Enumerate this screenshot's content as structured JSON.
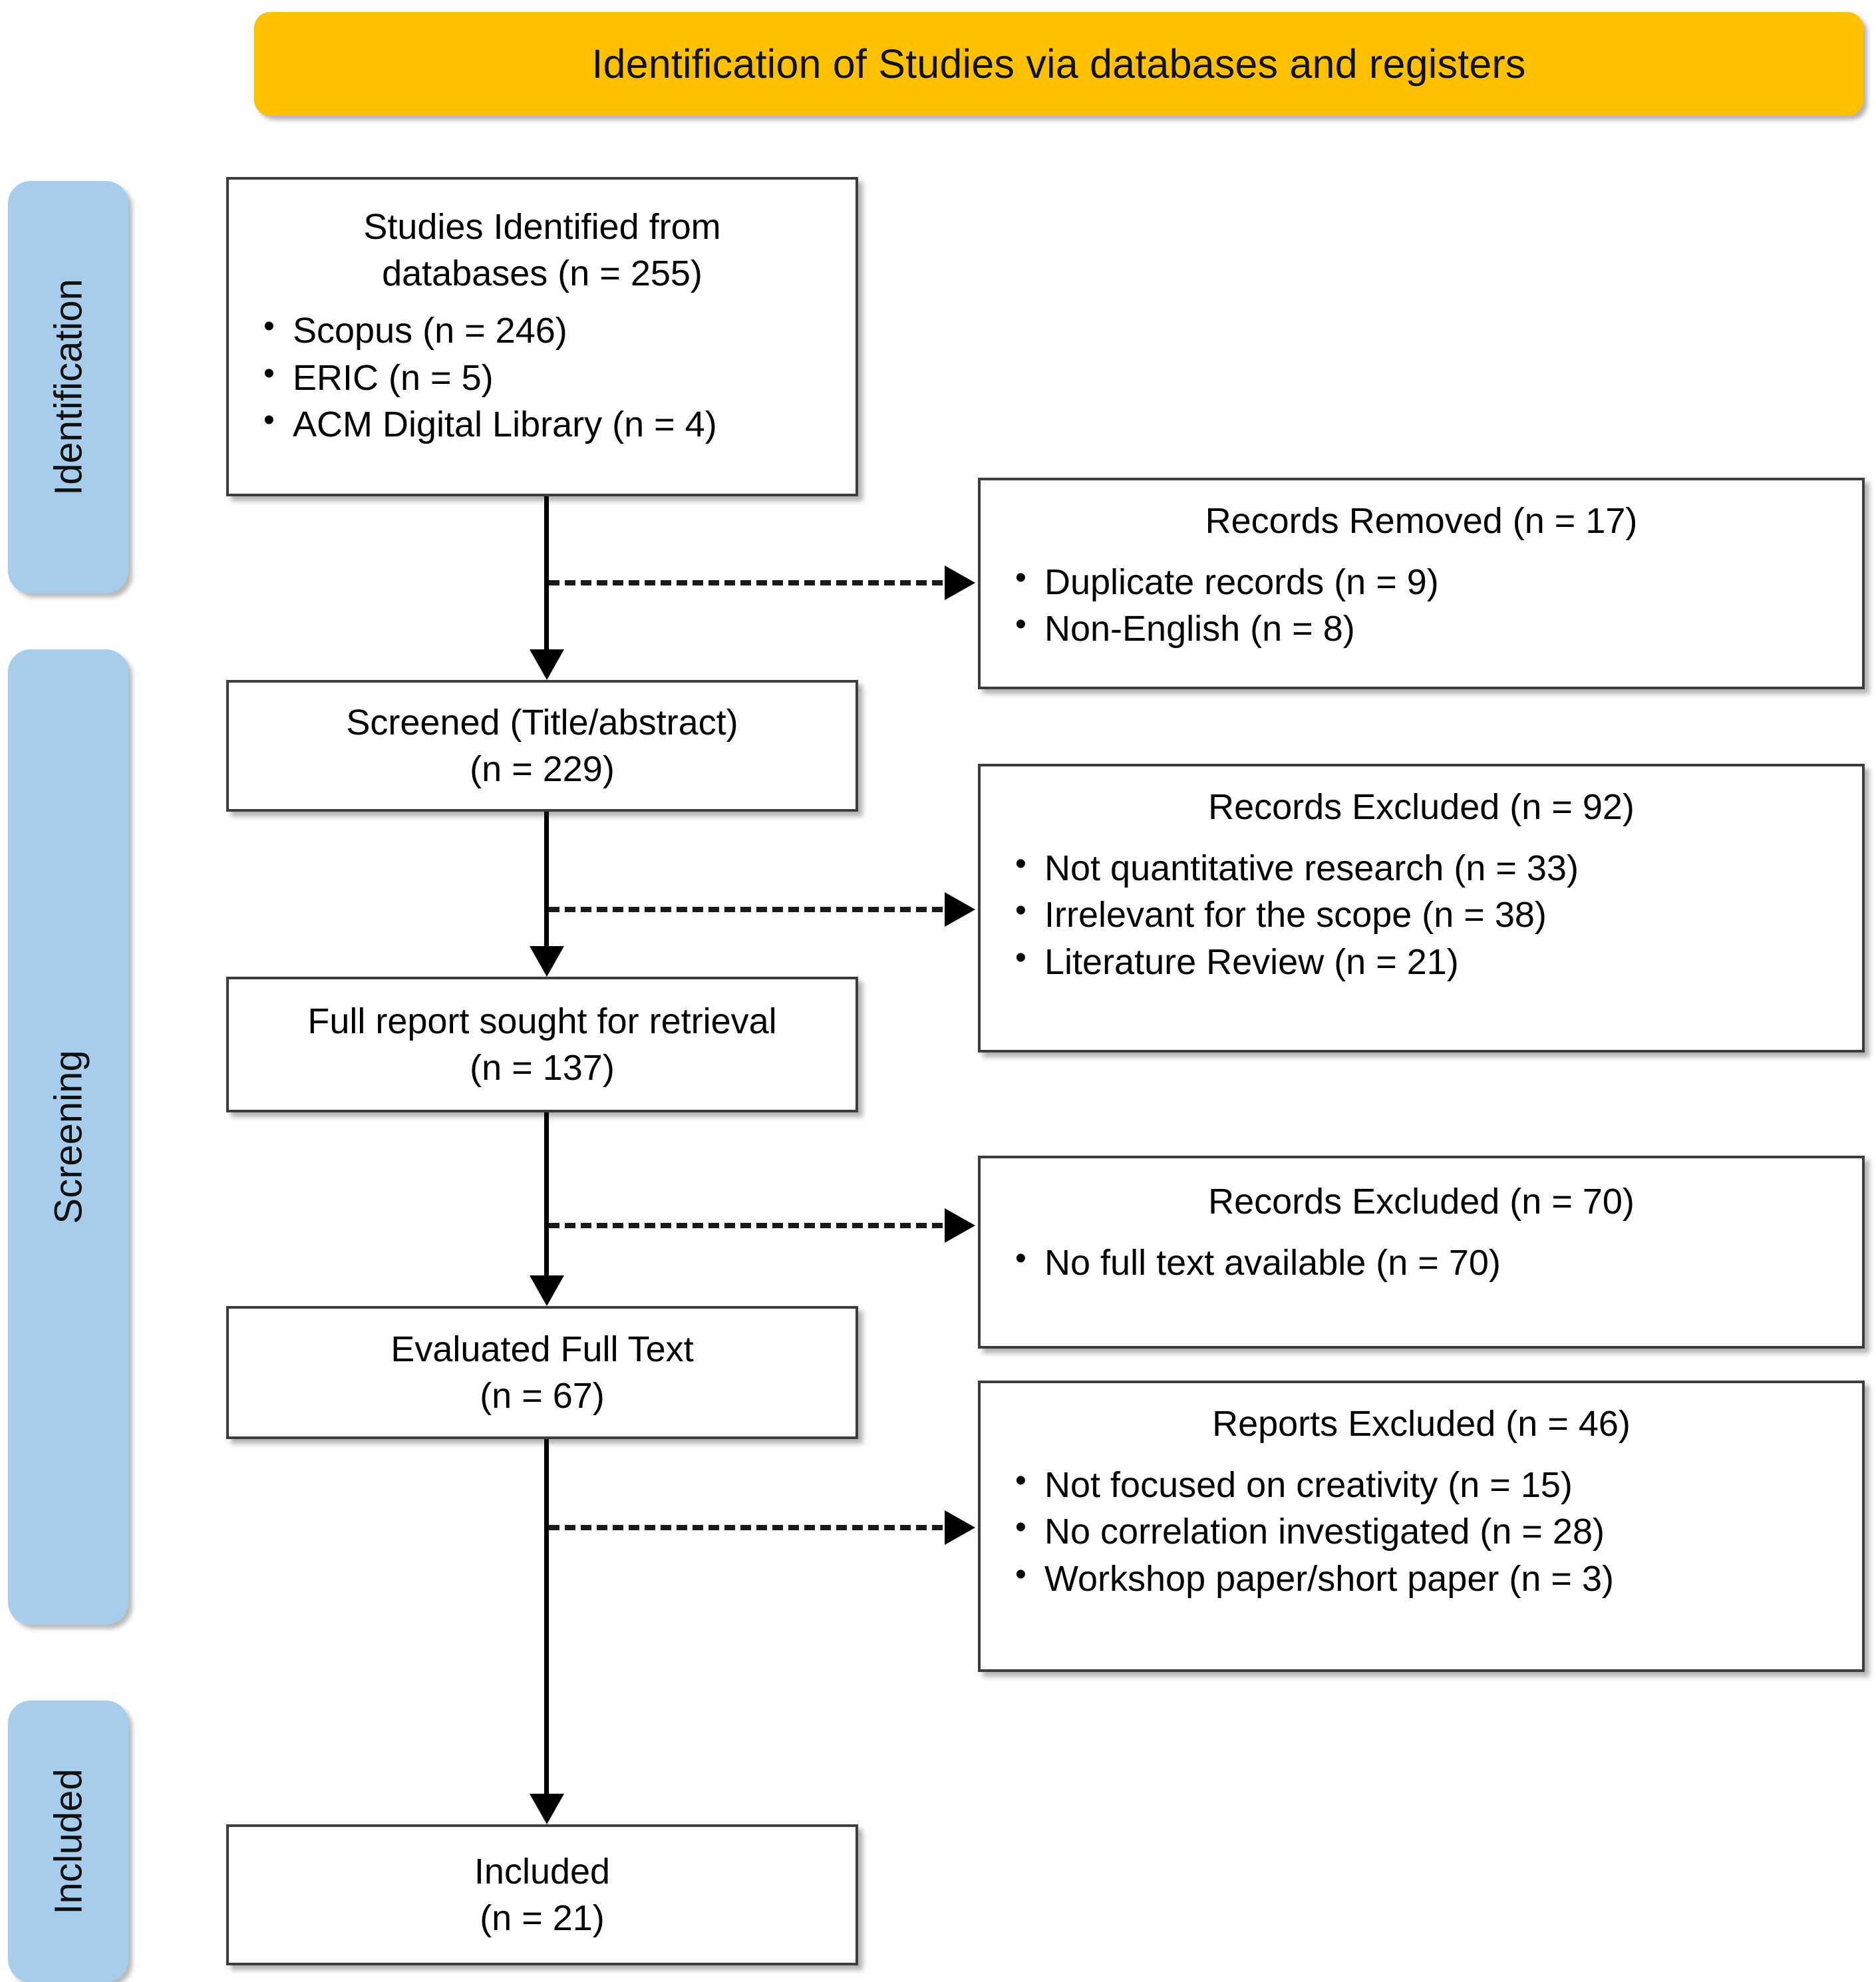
{
  "header": {
    "title": "Identification of Studies via databases and registers",
    "color": "#FFC000"
  },
  "stages": {
    "color": "#A8CDEC",
    "identification": "Identification",
    "screening": "Screening",
    "included": "Included"
  },
  "flow": {
    "identified": {
      "title": "Studies Identified from\ndatabases (n = 255)",
      "items": [
        "Scopus (n = 246)",
        "ERIC (n = 5)",
        "ACM Digital Library (n = 4)"
      ]
    },
    "removed": {
      "title": "Records Removed (n = 17)",
      "items": [
        "Duplicate records (n = 9)",
        "Non-English (n = 8)"
      ]
    },
    "screened": {
      "title": "Screened (Title/abstract)\n(n = 229)"
    },
    "excluded_92": {
      "title": "Records Excluded (n = 92)",
      "items": [
        "Not quantitative research (n = 33)",
        "Irrelevant for the scope (n = 38)",
        "Literature Review (n = 21)"
      ]
    },
    "full_report": {
      "title": "Full report sought for retrieval\n(n = 137)"
    },
    "excluded_70": {
      "title": "Records Excluded (n = 70)",
      "items": [
        "No full text available (n = 70)"
      ]
    },
    "evaluated": {
      "title": "Evaluated Full Text\n(n = 67)"
    },
    "excluded_46": {
      "title": "Reports Excluded (n = 46)",
      "items": [
        "Not focused on creativity (n = 15)",
        "No correlation investigated (n = 28)",
        "Workshop paper/short paper (n = 3)"
      ]
    },
    "included": {
      "title": "Included\n(n = 21)"
    }
  },
  "chart_data": {
    "type": "diagram",
    "title": "Identification of Studies via databases and registers",
    "diagram_kind": "PRISMA flow diagram",
    "nodes": [
      {
        "id": "identified",
        "stage": "Identification",
        "label": "Studies Identified from databases",
        "n": 255,
        "breakdown": [
          {
            "label": "Scopus",
            "n": 246
          },
          {
            "label": "ERIC",
            "n": 5
          },
          {
            "label": "ACM Digital Library",
            "n": 4
          }
        ]
      },
      {
        "id": "removed",
        "stage": "Identification",
        "label": "Records Removed",
        "n": 17,
        "breakdown": [
          {
            "label": "Duplicate records",
            "n": 9
          },
          {
            "label": "Non-English",
            "n": 8
          }
        ]
      },
      {
        "id": "screened",
        "stage": "Screening",
        "label": "Screened (Title/abstract)",
        "n": 229,
        "breakdown": []
      },
      {
        "id": "excluded_92",
        "stage": "Screening",
        "label": "Records Excluded",
        "n": 92,
        "breakdown": [
          {
            "label": "Not quantitative research",
            "n": 33
          },
          {
            "label": "Irrelevant for the scope",
            "n": 38
          },
          {
            "label": "Literature Review",
            "n": 21
          }
        ]
      },
      {
        "id": "full_report",
        "stage": "Screening",
        "label": "Full report sought for retrieval",
        "n": 137,
        "breakdown": []
      },
      {
        "id": "excluded_70",
        "stage": "Screening",
        "label": "Records Excluded",
        "n": 70,
        "breakdown": [
          {
            "label": "No full text available",
            "n": 70
          }
        ]
      },
      {
        "id": "evaluated",
        "stage": "Screening",
        "label": "Evaluated Full Text",
        "n": 67,
        "breakdown": []
      },
      {
        "id": "excluded_46",
        "stage": "Screening",
        "label": "Reports Excluded",
        "n": 46,
        "breakdown": [
          {
            "label": "Not focused on creativity",
            "n": 15
          },
          {
            "label": "No correlation investigated",
            "n": 28
          },
          {
            "label": "Workshop paper/short paper",
            "n": 3
          }
        ]
      },
      {
        "id": "included",
        "stage": "Included",
        "label": "Included",
        "n": 21,
        "breakdown": []
      }
    ],
    "edges": [
      {
        "from": "identified",
        "to": "screened",
        "style": "solid"
      },
      {
        "from": "identified",
        "to": "removed",
        "style": "dashed"
      },
      {
        "from": "screened",
        "to": "full_report",
        "style": "solid"
      },
      {
        "from": "screened",
        "to": "excluded_92",
        "style": "dashed"
      },
      {
        "from": "full_report",
        "to": "evaluated",
        "style": "solid"
      },
      {
        "from": "full_report",
        "to": "excluded_70",
        "style": "dashed"
      },
      {
        "from": "evaluated",
        "to": "included",
        "style": "solid"
      },
      {
        "from": "evaluated",
        "to": "excluded_46",
        "style": "dashed"
      }
    ]
  }
}
